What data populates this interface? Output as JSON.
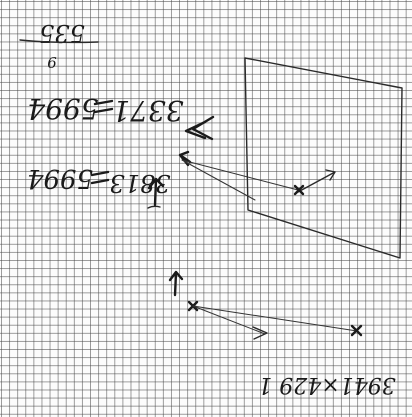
{
  "notes": {
    "top_label": "535",
    "small_digit": "6",
    "line1_left": "5994",
    "line1_right": "3371",
    "line2_left": "5994",
    "line2_right": "3813",
    "bottom_label": "3941×429 1"
  }
}
